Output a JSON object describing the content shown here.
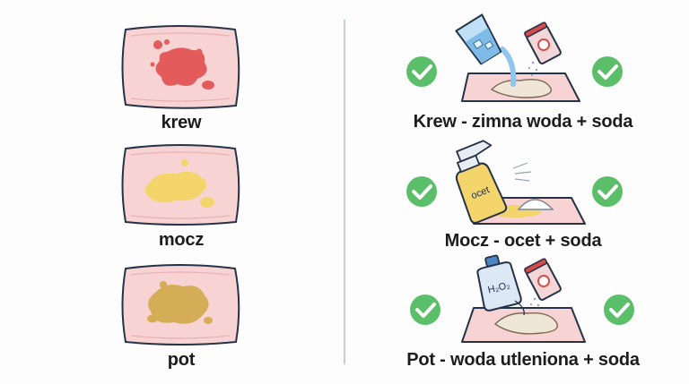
{
  "stains": [
    {
      "label": "krew",
      "color": "#e35b5b"
    },
    {
      "label": "mocz",
      "color": "#f3d56b"
    },
    {
      "label": "pot",
      "color": "#d6ad57"
    }
  ],
  "remedies": [
    {
      "label": "Krew - zimna woda + soda"
    },
    {
      "label": "Mocz - ocet + soda",
      "bottle_text": "ocet"
    },
    {
      "label": "Pot - woda utleniona + soda",
      "bottle_text": "H₂O₂"
    }
  ],
  "colors": {
    "fabric": "#f8d3d4",
    "fabric_stroke": "#253247",
    "check": "#5bbf6a",
    "divider": "#c9ced9",
    "paste": "#efe6d8"
  },
  "icons": [
    "check-circle-icon",
    "water-glass-icon",
    "soda-can-icon",
    "spray-bottle-icon",
    "peroxide-bottle-icon"
  ]
}
